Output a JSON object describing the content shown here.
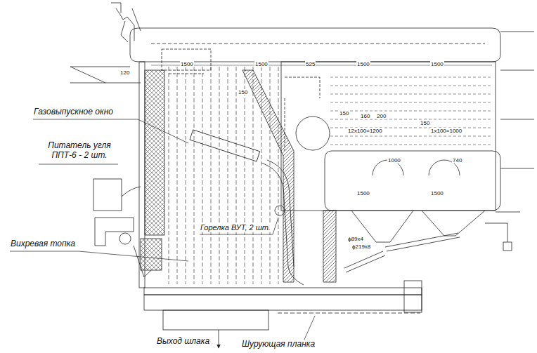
{
  "diagram": {
    "labels": [
      "Газовыпускное окно",
      "Питатель угля ППТ-6 - 2 шт.",
      "Вихревая топка",
      "Горелка ВУТ, 2 шт.",
      "Выход шлака",
      "Шурующая планка",
      "120",
      "1500",
      "1500",
      "525",
      "1500",
      "1500",
      "150",
      "150",
      "160",
      "200",
      "150",
      "12x100=1200",
      "1x100=1000",
      "1000",
      "740",
      "1500",
      "1500",
      "ϕ89x4",
      "ϕ219x8"
    ]
  }
}
